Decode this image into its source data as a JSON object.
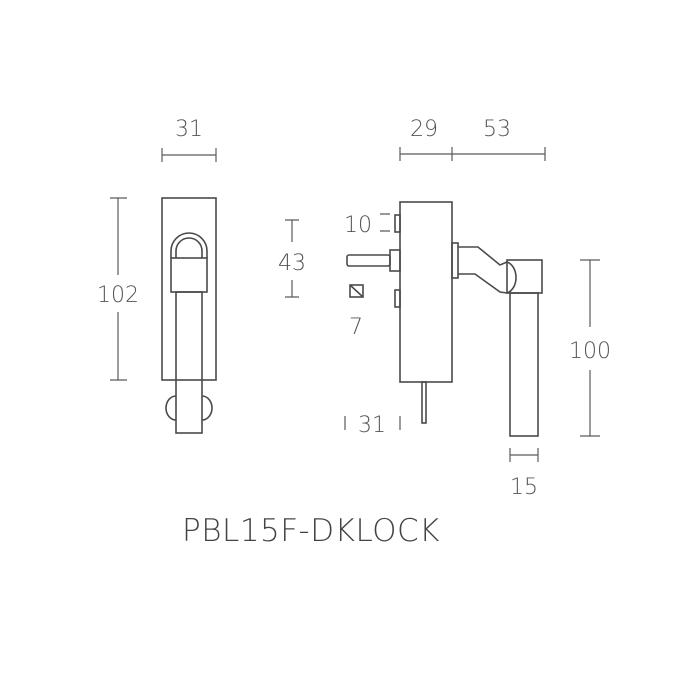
{
  "title": "PBL15F-DKLOCK",
  "front_view": {
    "width_dim": "31",
    "height_dim": "102"
  },
  "side_view": {
    "depth_dim": "29",
    "projection_dim": "53",
    "lock_offset_dim": "43",
    "spindle_length_dim": "10",
    "spindle_square_dim": "7",
    "rod_dim": "31",
    "lever_length_dim": "100",
    "lever_width_dim": "15"
  },
  "colors": {
    "line": "#4a4a4a",
    "text": "#555555"
  }
}
